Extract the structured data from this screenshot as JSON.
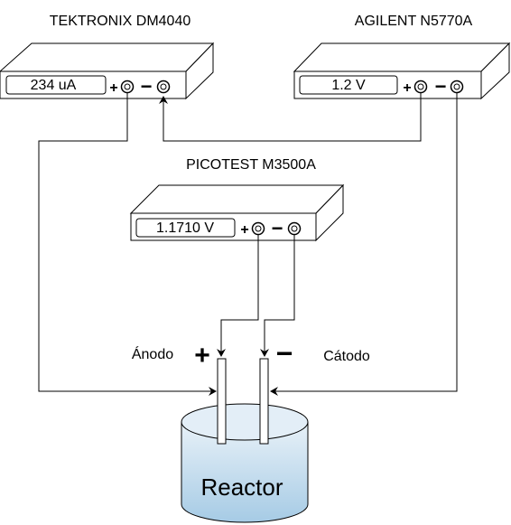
{
  "instruments": {
    "dm4040": {
      "name": "TEKTRONIX DM4040",
      "reading": "234 uA",
      "plus": "+",
      "minus": "−"
    },
    "n5770a": {
      "name": "AGILENT N5770A",
      "reading": "1.2 V",
      "plus": "+",
      "minus": "−"
    },
    "m3500a": {
      "name": "PICOTEST M3500A",
      "reading": "1.1710 V",
      "plus": "+",
      "minus": "−"
    }
  },
  "electrodes": {
    "anode": {
      "label": "Ánodo",
      "sign": "+"
    },
    "cathode": {
      "label": "Cátodo",
      "sign": "−"
    }
  },
  "reactor": {
    "label": "Reactor"
  },
  "colors": {
    "stroke": "#000000",
    "box_face": "#ffffff",
    "reactor_top": "#dbeaf4",
    "reactor_bottom": "#a9cde6"
  }
}
